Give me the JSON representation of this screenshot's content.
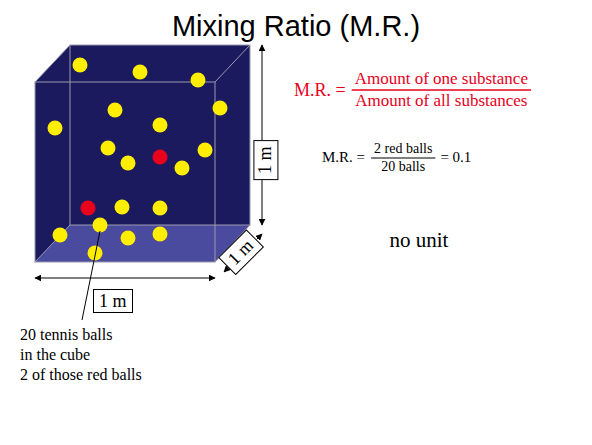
{
  "diagram": {
    "title": "Mixing Ratio (M.R.)",
    "nodes": [
      {
        "text": [
          "1 m"
        ]
      },
      {
        "text": [
          "1 m"
        ]
      },
      {
        "text": [
          "1 m"
        ]
      }
    ],
    "labels": [
      "M.R. =",
      "Amount of one substance",
      "Amount of all substances",
      "M.R. =",
      "2 red balls",
      "20 balls",
      "= 0.1",
      "no unit",
      "20 tennis balls",
      "in the cube",
      "2 of those red balls"
    ]
  }
}
